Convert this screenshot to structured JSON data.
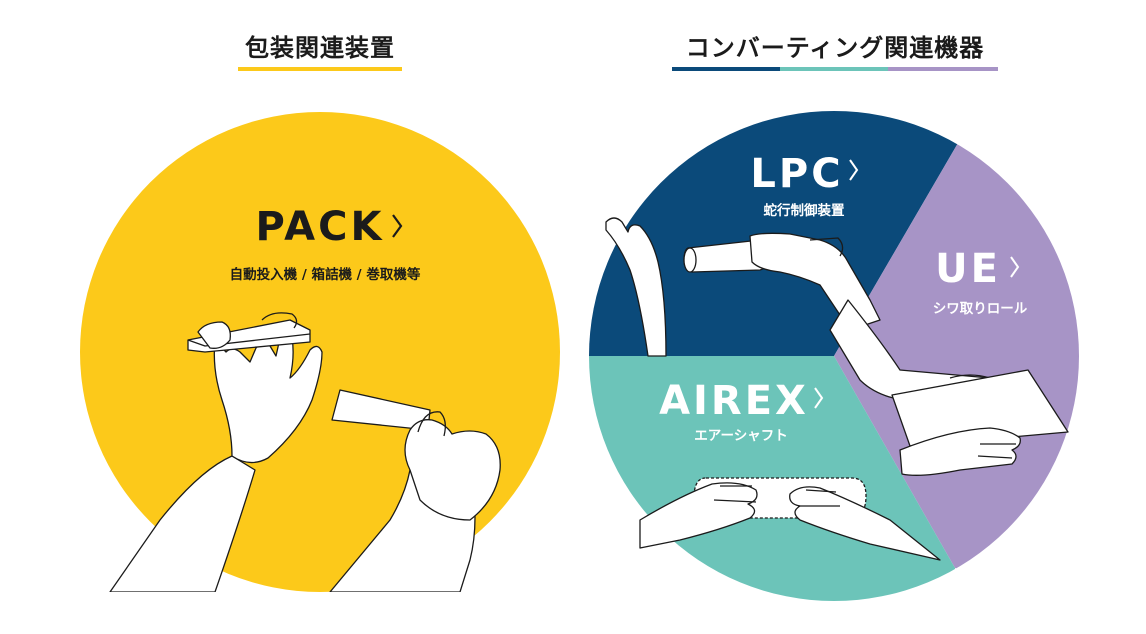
{
  "headings": {
    "packaging": "包装関連装置",
    "converting": "コンバーティング関連機器"
  },
  "colors": {
    "yellow": "#FCC91A",
    "navy": "#0B4A7A",
    "teal": "#6CC4B9",
    "lavender": "#A794C6",
    "ink": "#1B1B1B"
  },
  "products": {
    "pack": {
      "title": "PACK",
      "subtitle": "自動投入機 / 箱詰機 / 巻取機等"
    },
    "lpc": {
      "title": "LPC",
      "subtitle": "蛇行制御装置"
    },
    "ue": {
      "title": "UE",
      "subtitle": "シワ取りロール"
    },
    "airex": {
      "title": "AIREX",
      "subtitle": "エアーシャフト"
    }
  },
  "icons": {
    "arrow": "chevron-right-icon"
  }
}
